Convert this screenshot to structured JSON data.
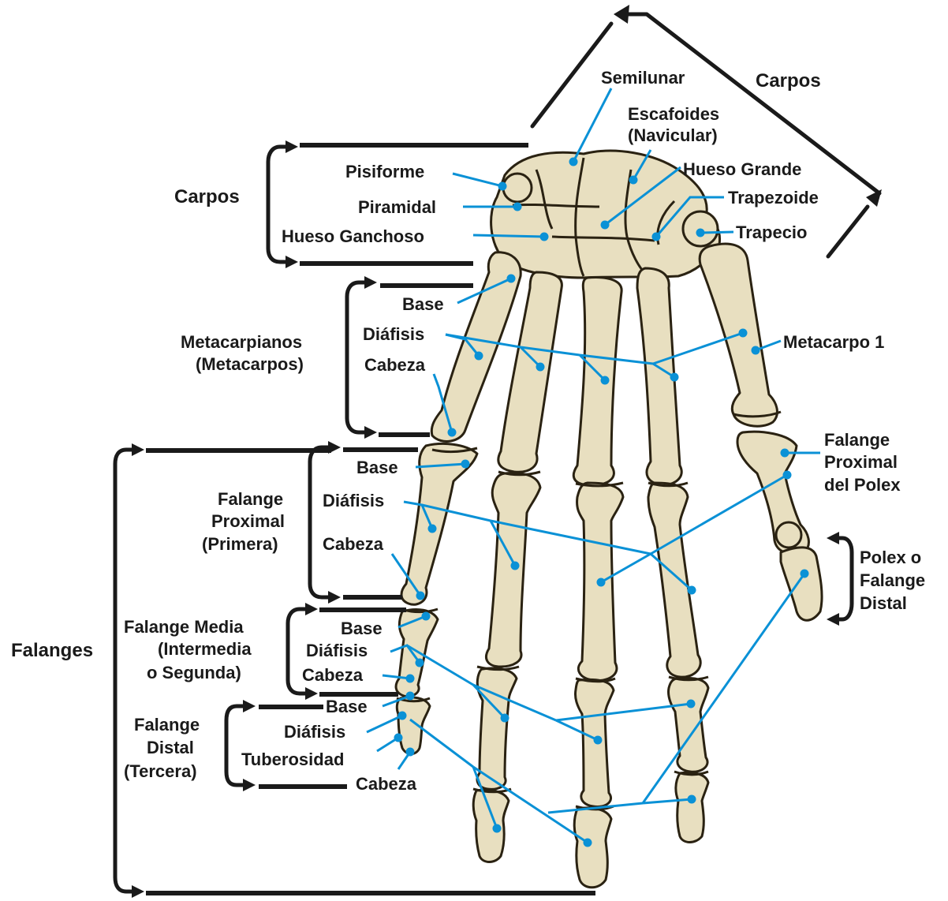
{
  "labels": {
    "semilunar": "Semilunar",
    "carpos_top": "Carpos",
    "escafoides_1": "Escafoides",
    "escafoides_2": "(Navicular)",
    "pisiforme": "Pisiforme",
    "hueso_grande": "Hueso Grande",
    "carpos_left": "Carpos",
    "piramidal": "Piramidal",
    "trapezoide": "Trapezoide",
    "hueso_ganchoso": "Hueso Ganchoso",
    "trapecio": "Trapecio",
    "meta_base": "Base",
    "meta_diafisis": "Diáfisis",
    "metacarpianos_1": "Metacarpianos",
    "metacarpianos_2": "(Metacarpos)",
    "metacarpo_1": "Metacarpo 1",
    "meta_cabeza": "Cabeza",
    "prox_base": "Base",
    "falange_proximal_polex_1": "Falange",
    "falange_proximal_polex_2": "Proximal",
    "falange_proximal_polex_3": "del Polex",
    "falange_proximal_1": "Falange",
    "falange_proximal_2": "Proximal",
    "falange_proximal_3": "(Primera)",
    "prox_diafisis": "Diáfisis",
    "prox_cabeza": "Cabeza",
    "polex_1": "Polex o",
    "polex_2": "Falange",
    "polex_3": "Distal",
    "falange_media_1": "Falange Media",
    "falange_media_2": "(Intermedia",
    "falange_media_3": "o Segunda)",
    "media_base": "Base",
    "media_diafisis": "Diáfisis",
    "media_cabeza": "Cabeza",
    "falanges": "Falanges",
    "distal_base": "Base",
    "falange_distal_1": "Falange",
    "falange_distal_2": "Distal",
    "falange_distal_3": "(Tercera)",
    "distal_diafisis": "Diáfisis",
    "distal_tuberosidad": "Tuberosidad",
    "distal_cabeza": "Cabeza"
  },
  "colors": {
    "bone": "#e8dfc0",
    "bone_shadow": "#b8aa80",
    "outline": "#2a2212",
    "leader": "#0a91d6",
    "text": "#1a1a1a",
    "background": "#ffffff"
  }
}
